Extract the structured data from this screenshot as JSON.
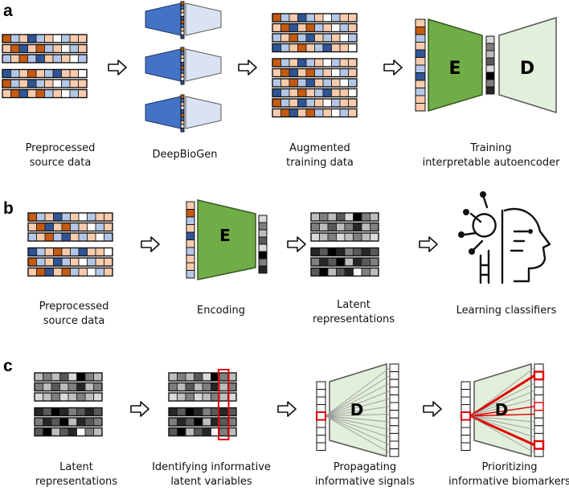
{
  "panels": {
    "a": {
      "letter": "a",
      "captions": [
        [
          "Preprocessed",
          "source data"
        ],
        [
          "DeepBioGen"
        ],
        [
          "Augmented",
          "training data"
        ],
        [
          "Training",
          "interpretable autoencoder"
        ]
      ],
      "encoder_letter": "E",
      "decoder_letter": "D"
    },
    "b": {
      "letter": "b",
      "captions": [
        [
          "Preprocessed",
          "source data"
        ],
        [
          "Encoding"
        ],
        [
          "Latent",
          "representations"
        ],
        [
          "Learning classifiers"
        ]
      ],
      "encoder_letter": "E"
    },
    "c": {
      "letter": "c",
      "captions": [
        [
          "Latent",
          "representations"
        ],
        [
          "Identifying informative",
          "latent variables"
        ],
        [
          "Propagating",
          "informative signals"
        ],
        [
          "Prioritizing",
          "informative biomarkers"
        ]
      ],
      "decoder_letter": "D"
    }
  },
  "colors": {
    "encoder_green": "#70ad47",
    "decoder_light_green": "#e2efda",
    "generator_blue": "#4472c4",
    "generator_light_blue": "#dae3f3",
    "highlight_red": "#e00000",
    "orange_dark": "#c55a11",
    "orange_light": "#f8cbad",
    "blue_dark": "#2f5597",
    "blue_light": "#b4c7e7"
  },
  "icons": {
    "arrow": "hollow-right-arrow-icon",
    "classifier": "ai-head-icon"
  }
}
